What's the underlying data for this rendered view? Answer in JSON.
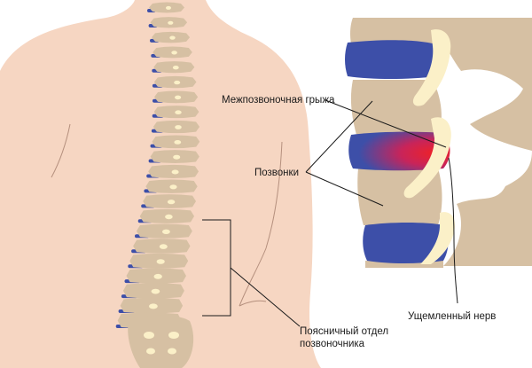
{
  "labels": {
    "hernia": "Межпозвоночная грыжа",
    "vertebrae": "Позвонки",
    "lumbar_line1": "Поясничный отдел",
    "lumbar_line2": "позвоночника",
    "nerve": "Ущемленный нерв"
  },
  "colors": {
    "skin": "#f6d6c2",
    "skin_outline": "#b5907e",
    "bone": "#d6c0a3",
    "bone_light": "#fbf0c8",
    "disc": "#3d4fa8",
    "hernia": "#e8303a",
    "leader_line": "#1a1a1a"
  }
}
